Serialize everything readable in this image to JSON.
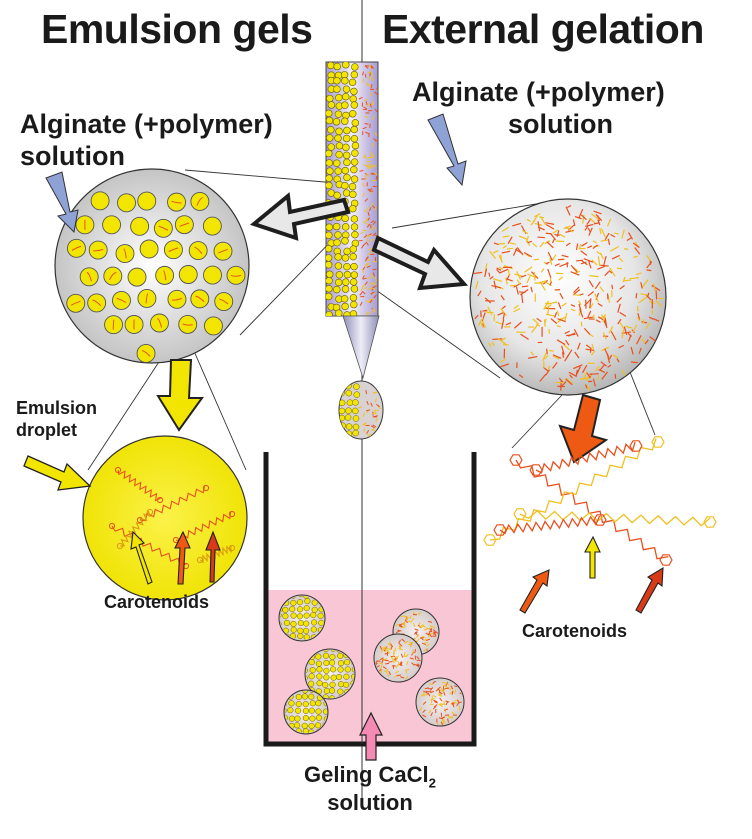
{
  "titles": {
    "left": "Emulsion gels",
    "right": "External gelation"
  },
  "labels": {
    "left_solution_line1": "Alginate (+polymer)",
    "left_solution_line2": "solution",
    "right_solution_line1": "Alginate (+polymer)",
    "right_solution_line2": "solution",
    "emulsion_droplet_line1": "Emulsion",
    "emulsion_droplet_line2": "droplet",
    "carotenoids_left": "Carotenoids",
    "carotenoids_right": "Carotenoids",
    "geling_prefix": "Geling CaCl",
    "geling_subscript": "2",
    "geling_line2": "solution"
  },
  "colors": {
    "droplet_yellow": "#f2e600",
    "carotenoid_orange": "#e8501e",
    "carotenoid_yellow": "#f0c020",
    "arrow_blue": "#8fa2d6",
    "arrow_pink": "#f58ab4",
    "bath_pink": "#f9c6d6",
    "arrow_orange": "#ee5a14",
    "sphere_grey": "#c8c8c8",
    "column_lilac": "#b7addb"
  }
}
